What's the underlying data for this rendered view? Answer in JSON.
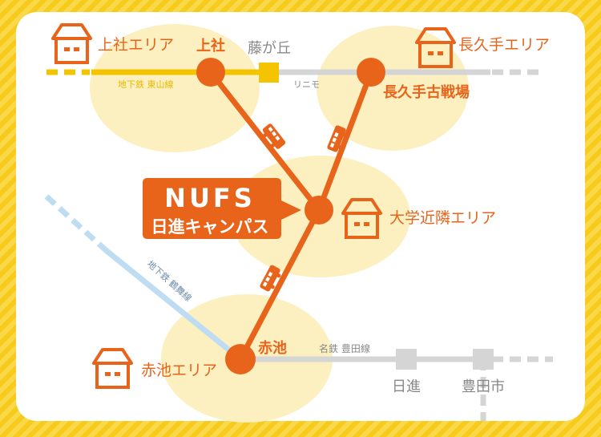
{
  "colors": {
    "accent": "#E8641A",
    "area": "#FCEFC0",
    "subway_higashiyama": "#F5C400",
    "linimo": "#D5D5D5",
    "subway_tsurumai": "#BEDCF2",
    "gray_text": "#888888"
  },
  "logo": {
    "name": "NUFS",
    "campus": "日進キャンパス"
  },
  "areas": [
    {
      "label": "上社エリア",
      "icon": "house-icon"
    },
    {
      "label": "長久手エリア",
      "icon": "house-icon"
    },
    {
      "label": "大学近隣エリア",
      "icon": "house-icon"
    },
    {
      "label": "赤池エリア",
      "icon": "house-icon"
    }
  ],
  "stations": {
    "kamiyashiro": "上社",
    "fujigaoka": "藤が丘",
    "nagakute": "長久手古戦場",
    "akaike": "赤池",
    "nisshin": "日進",
    "toyotashi": "豊田市"
  },
  "lines": {
    "higashiyama": "地下鉄 東山線",
    "linimo": "リニモ",
    "tsurumai": "地下鉄 鶴舞線",
    "toyota": "名鉄 豊田線"
  }
}
